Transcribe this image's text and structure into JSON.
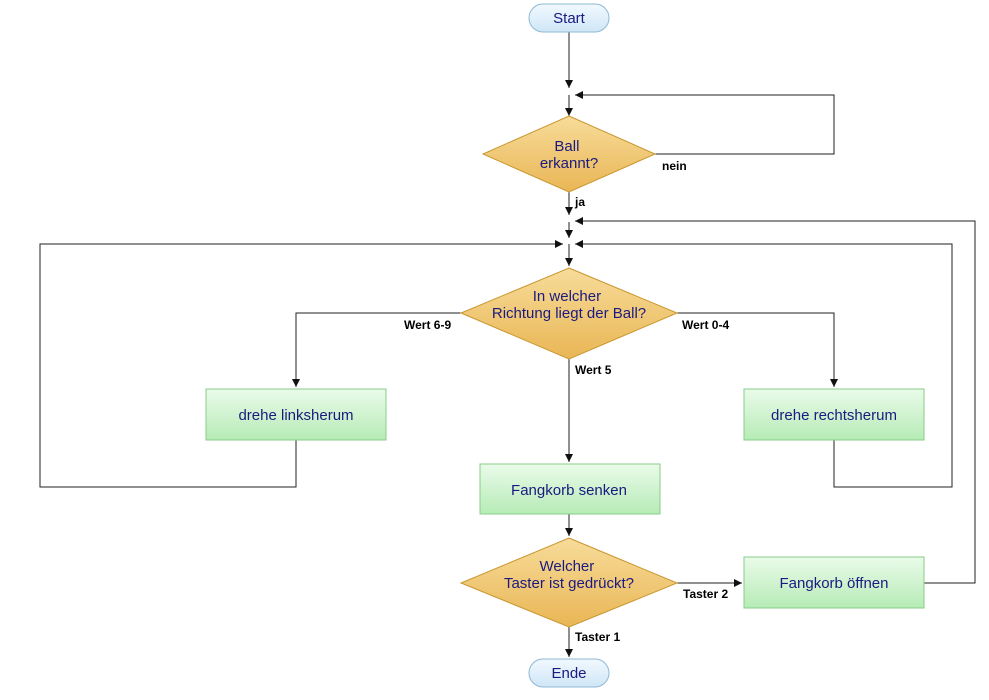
{
  "nodes": {
    "start": "Start",
    "ball_detected": [
      "Ball",
      "erkannt?"
    ],
    "direction": [
      "In welcher",
      "Richtung liegt der Ball?"
    ],
    "turn_left": "drehe linksherum",
    "turn_right": "drehe rechtsherum",
    "lower_basket": "Fangkorb senken",
    "which_button": [
      "Welcher",
      "Taster ist gedrückt?"
    ],
    "open_basket": "Fangkorb öffnen",
    "end": "Ende"
  },
  "edges": {
    "no": "nein",
    "yes": "ja",
    "value_6_9": "Wert 6-9",
    "value_0_4": "Wert 0-4",
    "value_5": "Wert 5",
    "button_2": "Taster 2",
    "button_1": "Taster 1"
  },
  "colors": {
    "terminal_fill": "#d9ecf8",
    "terminal_stroke": "#8fb9d6",
    "decision_fill": "#f0c56a",
    "decision_stroke": "#c9962e",
    "process_fill": "#c8f2c8",
    "process_stroke": "#88cc88",
    "text": "#1a1a80"
  }
}
